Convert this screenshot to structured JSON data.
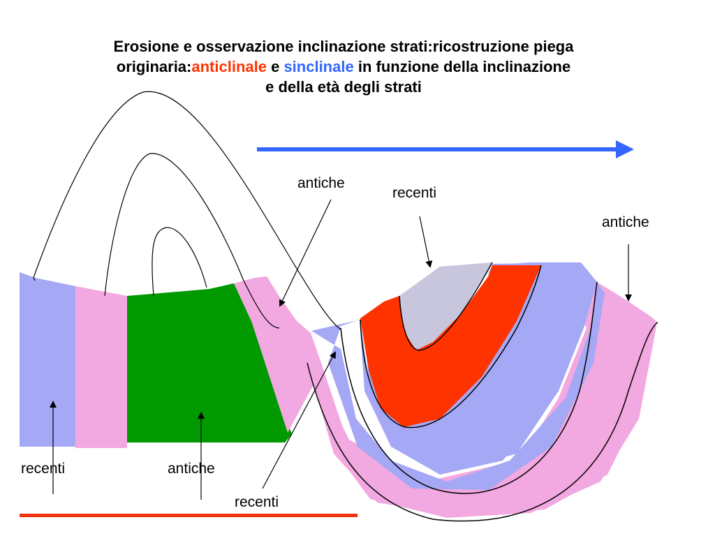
{
  "title": {
    "line1": "Erosione e osservazione inclinazione strati:ricostruzione piega",
    "line2_prefix": "originaria:",
    "anticlinale": "anticlinale",
    "conjunction": " e ",
    "sinclinale": "sinclinale",
    "line2_suffix": " in funzione della inclinazione",
    "line3": "e della età degli strati"
  },
  "labels": {
    "antiche_top": "antiche",
    "recenti_top": "recenti",
    "antiche_right": "antiche",
    "recenti_left": "recenti",
    "antiche_bottom": "antiche",
    "recenti_bottom": "recenti"
  },
  "colors": {
    "lavender": "#a4a8f5",
    "pink": "#f2a8e0",
    "green": "#009900",
    "red_layer": "#ff3300",
    "grey_layer": "#c8c6dc",
    "blue_arrow": "#3366ff",
    "red_bar": "#ee3311"
  }
}
